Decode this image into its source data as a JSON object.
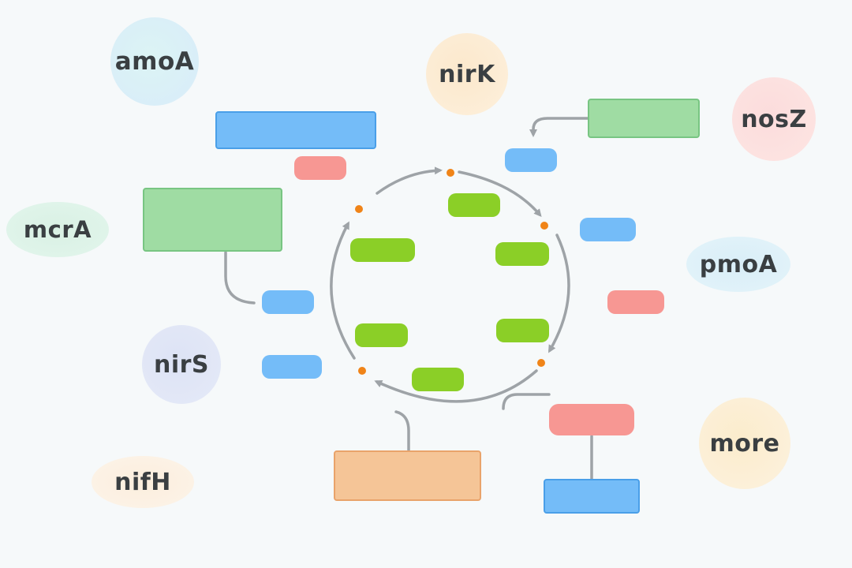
{
  "labels": {
    "amoA": "amoA",
    "nirK": "nirK",
    "nosZ": "nosZ",
    "mcrA": "mcrA",
    "pmoA": "pmoA",
    "nirS": "nirS",
    "more": "more",
    "nifH": "nifH"
  },
  "colors": {
    "blue": "#74bcf8",
    "green": "#9fdca3",
    "red": "#f79793",
    "lime": "#8bcf27",
    "orange": "#f5c597",
    "gray": "#9ea3a7",
    "dot": "#f08418"
  }
}
